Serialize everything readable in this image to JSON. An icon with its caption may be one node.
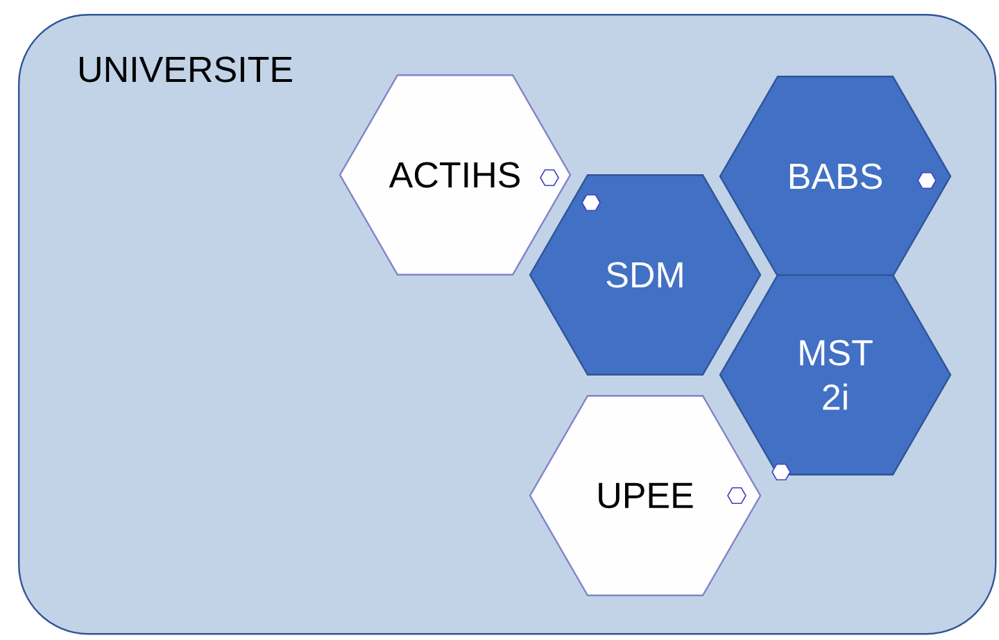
{
  "diagram": {
    "nodes": [
      {
        "text": [
          "UNIVERSITE"
        ]
      },
      {
        "text": [
          "ACTIHS"
        ],
        "in": 0
      },
      {
        "text": [
          "BABS"
        ],
        "in": 0
      },
      {
        "text": [
          "SDM"
        ],
        "in": 0
      },
      {
        "text": [
          "MST 2i"
        ],
        "in": 0
      },
      {
        "text": [
          "UPEE"
        ],
        "in": 0
      }
    ]
  }
}
